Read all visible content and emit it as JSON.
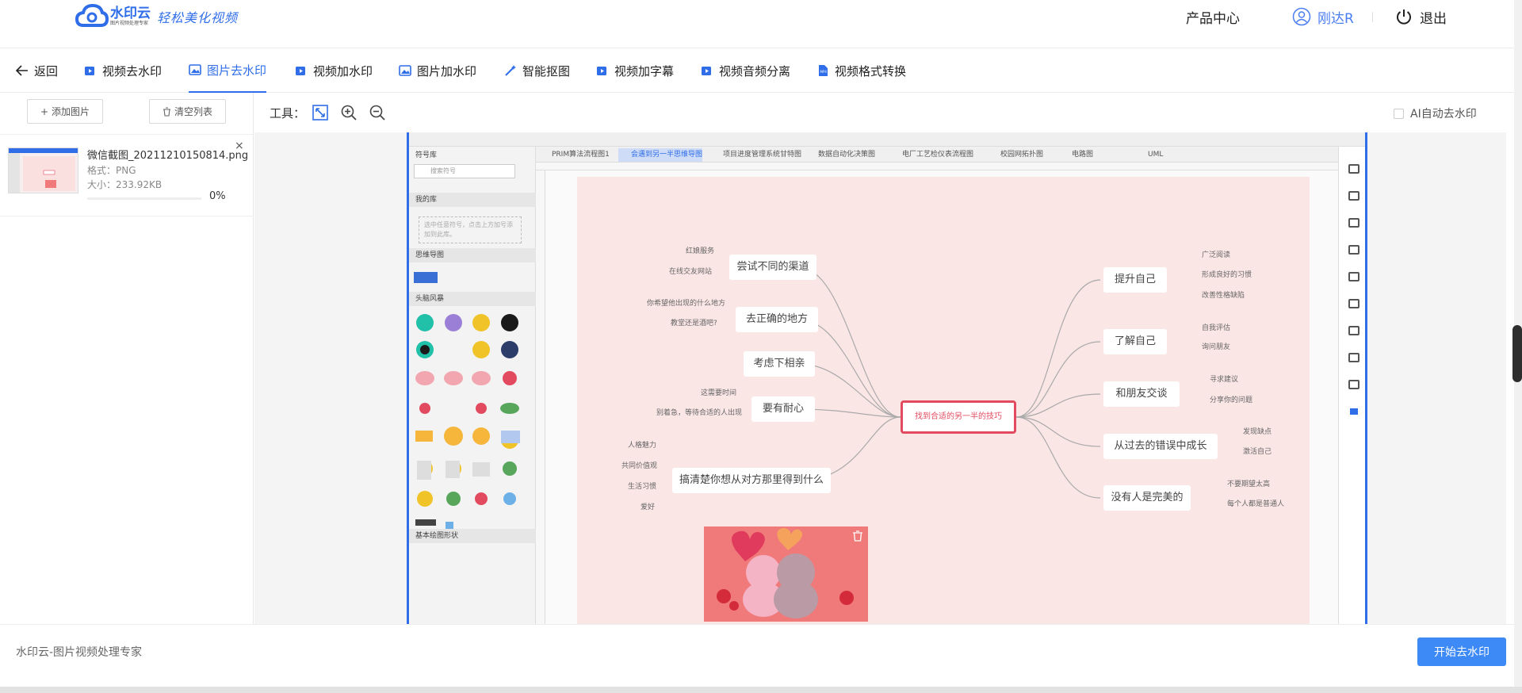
{
  "header": {
    "brand": "水印云",
    "brand_sub": "图片视频处理专家",
    "slogan": "轻松美化视频",
    "product_center": "产品中心",
    "username": "刚达R",
    "logout": "退出"
  },
  "nav": {
    "back": "返回",
    "items": [
      {
        "label": "视频去水印"
      },
      {
        "label": "图片去水印"
      },
      {
        "label": "视频加水印"
      },
      {
        "label": "图片加水印"
      },
      {
        "label": "智能抠图"
      },
      {
        "label": "视频加字幕"
      },
      {
        "label": "视频音频分离"
      },
      {
        "label": "视频格式转换"
      }
    ],
    "active_index": 1
  },
  "left_panel": {
    "add_image": "添加图片",
    "clear_list": "清空列表",
    "file": {
      "name": "微信截图_20211210150814.png",
      "format": "格式：PNG",
      "size": "大小：233.92KB",
      "progress_text": "0%",
      "progress": 0
    }
  },
  "toolbar": {
    "label": "工具：",
    "ai_auto": "AI自动去水印"
  },
  "preview": {
    "panel_title": "符号库",
    "search_placeholder": "搜索符号",
    "sections": [
      "我的库",
      "思维导图",
      "头脑风暴",
      "基本绘图形状"
    ],
    "my_lib_hint": "选中任意符号，点击上方加号添加到此库。",
    "tabs": [
      "PRIM算法流程图1",
      "会遇到另一半思维导图",
      "项目进度管理系统甘特图",
      "数据自动化决策图",
      "电厂工艺检仪表流程图",
      "校园网拓扑图",
      "电路图",
      "UML"
    ],
    "center_node": "找到合适的另一半的技巧",
    "left_nodes": [
      {
        "text": "尝试不同的渠道",
        "leaves": [
          "红娘服务",
          "在线交友网站"
        ]
      },
      {
        "text": "去正确的地方",
        "leaves": [
          "你希望他出现的什么地方",
          "教堂还是酒吧?"
        ]
      },
      {
        "text": "考虑下相亲",
        "leaves": []
      },
      {
        "text": "要有耐心",
        "leaves": [
          "这需要时间",
          "别着急，等待合适的人出现"
        ]
      },
      {
        "text": "搞清楚你想从对方那里得到什么",
        "leaves": [
          "人格魅力",
          "共同价值观",
          "生活习惯",
          "爱好"
        ]
      }
    ],
    "right_nodes": [
      {
        "text": "提升自己",
        "leaves": [
          "广泛阅读",
          "形成良好的习惯",
          "改善性格缺陷"
        ]
      },
      {
        "text": "了解自己",
        "leaves": [
          "自我评估",
          "询问朋友"
        ]
      },
      {
        "text": "和朋友交谈",
        "leaves": [
          "寻求建议",
          "分享你的问题"
        ]
      },
      {
        "text": "从过去的错误中成长",
        "leaves": [
          "发现缺点",
          "激活自己"
        ]
      },
      {
        "text": "没有人是完美的",
        "leaves": [
          "不要期望太高",
          "每个人都是普通人"
        ]
      }
    ]
  },
  "footer": {
    "text": "水印云-图片视频处理专家",
    "start_button": "开始去水印"
  }
}
